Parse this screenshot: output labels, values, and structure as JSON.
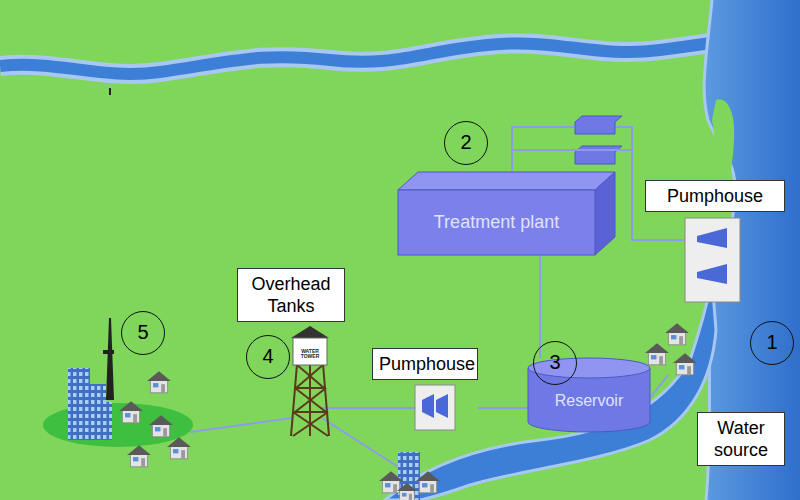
{
  "diagram": {
    "nodes": [
      {
        "text": [
          "Pumphouse"
        ]
      },
      {
        "text": [
          "Treatment plant"
        ]
      },
      {
        "text": [
          "Overhead Tanks"
        ]
      },
      {
        "text": [
          "Pumphouse"
        ]
      },
      {
        "text": [
          "Reservoir"
        ]
      },
      {
        "text": [
          "Water source"
        ]
      }
    ],
    "edges": [
      {
        "from": 0,
        "to": 1,
        "arrow": "none"
      },
      {
        "from": 1,
        "to": 4,
        "arrow": "none"
      },
      {
        "from": 4,
        "to": 3,
        "arrow": "none"
      },
      {
        "from": 3,
        "to": 2,
        "arrow": "none"
      }
    ],
    "labels": [
      "2",
      "5",
      "4",
      "3",
      "1",
      "WATER TOWER"
    ]
  }
}
